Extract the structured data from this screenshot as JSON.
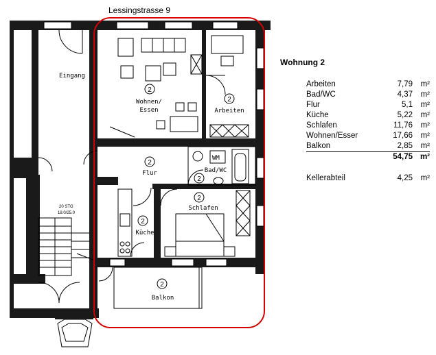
{
  "street": "Lessingstrasse 9",
  "plan": {
    "entrance": "Eingang",
    "stair_note_1": "20 STG",
    "stair_note_2": "18.0/25.0",
    "wm": "WM",
    "rooms": {
      "wohnen_1": "Wohnen/",
      "wohnen_2": "Essen",
      "arbeiten": "Arbeiten",
      "flur": "Flur",
      "bad": "Bad/WC",
      "schlafen": "Schlafen",
      "kueche": "Küche",
      "balkon": "Balkon"
    },
    "unit_number": "2",
    "highlight_color": "#d40000"
  },
  "legend": {
    "title": "Wohnung 2",
    "rows": [
      {
        "name": "Arbeiten",
        "value": "7,79",
        "unit": "m²"
      },
      {
        "name": "Bad/WC",
        "value": "4,37",
        "unit": "m²"
      },
      {
        "name": "Flur",
        "value": "5,1",
        "unit": "m²"
      },
      {
        "name": "Küche",
        "value": "5,22",
        "unit": "m²"
      },
      {
        "name": "Schlafen",
        "value": "11,76",
        "unit": "m²"
      },
      {
        "name": "Wohnen/Esser",
        "value": "17,66",
        "unit": "m²"
      },
      {
        "name": "Balkon",
        "value": "2,85",
        "unit": "m²"
      }
    ],
    "total": {
      "value": "54,75",
      "unit": "m²"
    },
    "cellar": {
      "name": "Kellerabteil",
      "value": "4,25",
      "unit": "m²"
    }
  }
}
